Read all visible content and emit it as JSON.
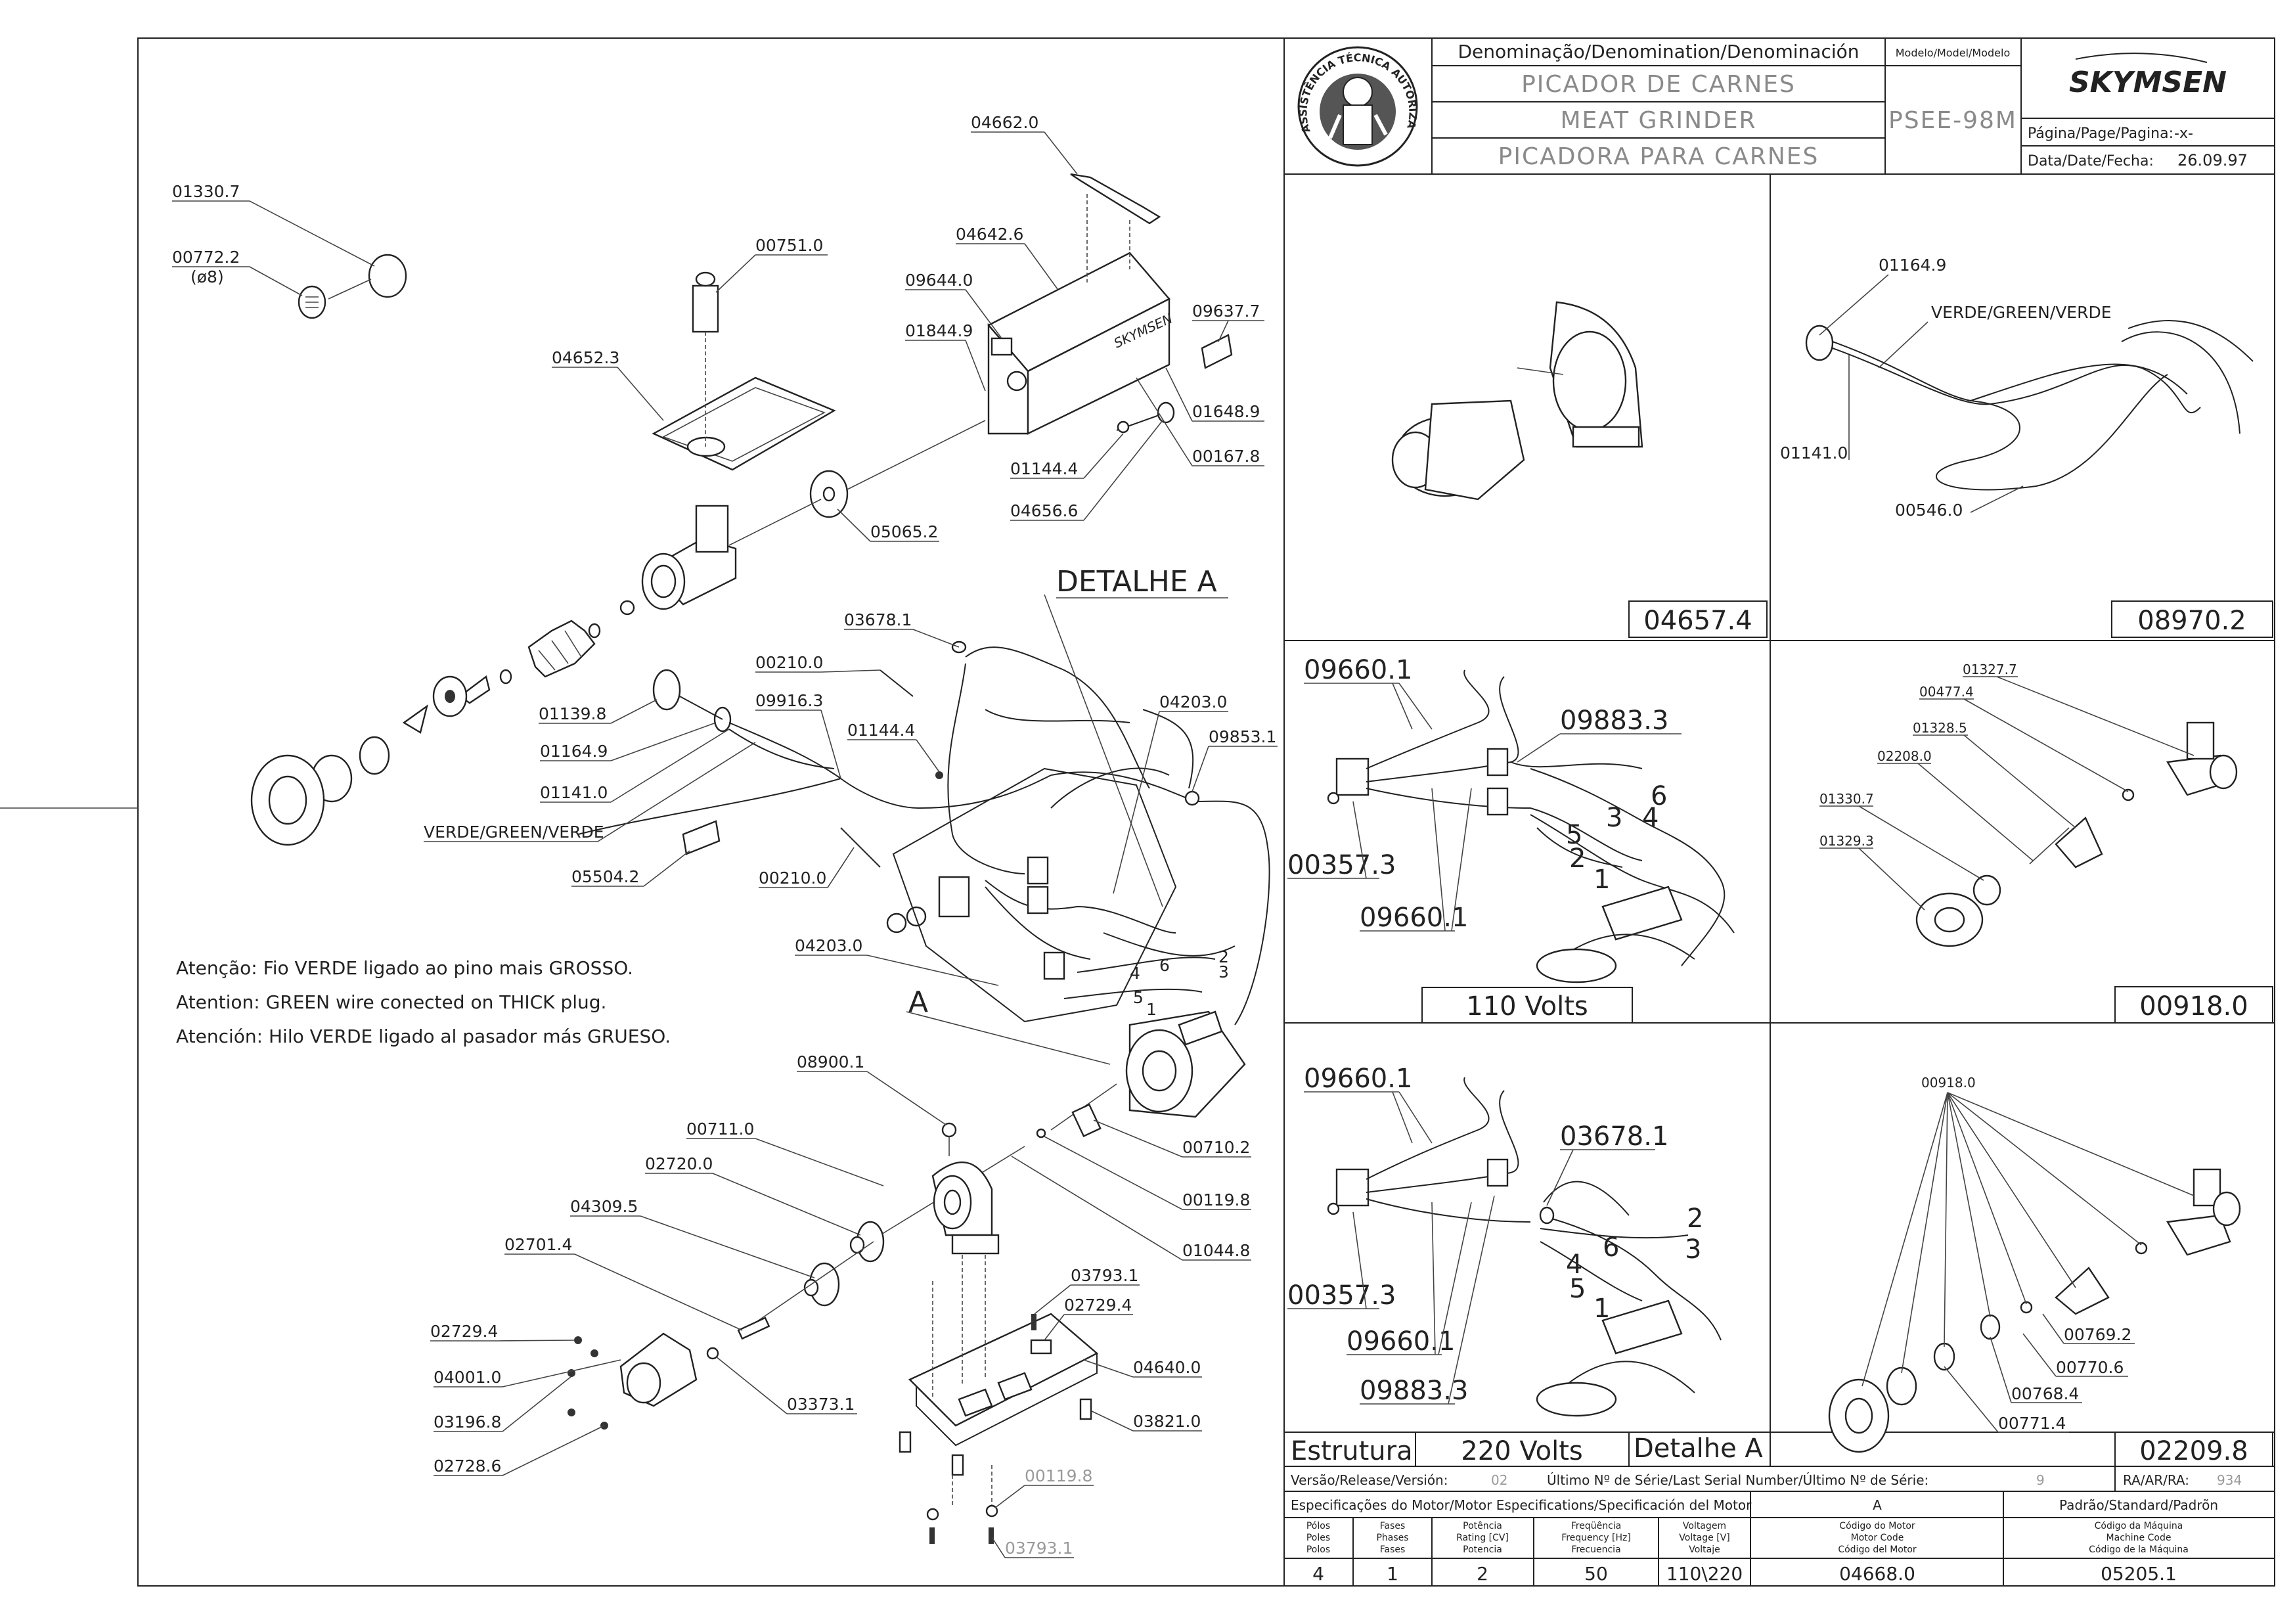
{
  "header": {
    "denomination_label": "Denominação/Denomination/Denominación",
    "name_pt": "PICADOR DE CARNES",
    "name_en": "MEAT GRINDER",
    "name_es": "PICADORA  PARA CARNES",
    "model_label": "Modelo/Model/Modelo",
    "model": "PSEE-98M",
    "brand": "SKYMSEN",
    "page_label": "Página/Page/Pagina:",
    "page": "-x-",
    "date_label": "Data/Date/Fecha:",
    "date": "26.09.97",
    "seal_text": "ASSISTÊNCIA TÉCNICA AUTORIZADA"
  },
  "main_labels": {
    "detail_a": "DETALHE  A",
    "a": "A",
    "p01330_7": "01330.7",
    "p00772_2": "00772.2",
    "d8": "(ø8)",
    "p00751_0": "00751.0",
    "p04652_3": "04652.3",
    "p04662_0": "04662.0",
    "p04642_6": "04642.6",
    "p09644_0": "09644.0",
    "p01844_9": "01844.9",
    "p09637_7": "09637.7",
    "p01648_9": "01648.9",
    "p00167_8": "00167.8",
    "p01144_4a": "01144.4",
    "p04656_6": "04656.6",
    "p05065_2": "05065.2",
    "p03678_1": "03678.1",
    "p00210_0a": "00210.0",
    "p09916_3": "09916.3",
    "p01144_4b": "01144.4",
    "p01139_8": "01139.8",
    "p01164_9": "01164.9",
    "p01141_0": "01141.0",
    "verde": "VERDE/GREEN/VERDE",
    "p05504_2": "05504.2",
    "p00210_0b": "00210.0",
    "p04203_0a": "04203.0",
    "p09853_1": "09853.1",
    "p04203_0b": "04203.0",
    "p08900_1": "08900.1",
    "p00711_0": "00711.0",
    "p02720_0": "02720.0",
    "p04309_5": "04309.5",
    "p02701_4": "02701.4",
    "p02729_4a": "02729.4",
    "p04001_0": "04001.0",
    "p03196_8": "03196.8",
    "p02728_6": "02728.6",
    "p03373_1": "03373.1",
    "p00710_2": "00710.2",
    "p00119_8a": "00119.8",
    "p01044_8": "01044.8",
    "p03793_1a": "03793.1",
    "p02729_4b": "02729.4",
    "p04640_0": "04640.0",
    "p03821_0": "03821.0",
    "p00119_8b": "00119.8",
    "p03793_1b": "03793.1",
    "wire_nums": [
      "2",
      "6",
      "3",
      "4",
      "5",
      "1"
    ]
  },
  "notes": {
    "pt": "Atenção: Fio VERDE ligado ao pino mais GROSSO.",
    "en": "Atention: GREEN wire conected on THICK plug.",
    "es": "Atención: Hilo VERDE ligado al pasador más GRUESO."
  },
  "panels": {
    "p1_code": "04657.4",
    "p2_code": "08970.2",
    "p2_labels": [
      "01164.9",
      "VERDE/GREEN/VERDE",
      "01141.0",
      "00546.0"
    ],
    "p3_labels": [
      "09660.1",
      "09883.3",
      "00357.3",
      "09660.1"
    ],
    "p3_wires": [
      "6",
      "3",
      "4",
      "5",
      "2",
      "1"
    ],
    "p3_caption": "110  Volts",
    "p4_labels": [
      "01327.7",
      "00477.4",
      "01328.5",
      "02208.0",
      "01330.7",
      "01329.3"
    ],
    "p4_code": "00918.0",
    "p5_labels": [
      "09660.1",
      "03678.1",
      "00357.3",
      "09660.1",
      "09883.3"
    ],
    "p5_wires": [
      "2",
      "6",
      "3",
      "4",
      "5",
      "1"
    ],
    "p5_caption": "220  Volts",
    "p6_labels": [
      "00918.0",
      "00769.2",
      "00770.6",
      "00768.4",
      "00771.4"
    ],
    "p6_code": "02209.8",
    "estrutura": "Estrutura",
    "detalhe_a": "Detalhe  A"
  },
  "footer": {
    "release_label": "Versão/Release/Versión:",
    "release": "02",
    "serial_label": "Último Nº de Série/Last Serial Number/Último Nº de Série:",
    "serial": "9",
    "ra_label": "RA/AR/RA:",
    "ra": "934",
    "motor_spec_label": "Especificações do Motor/Motor Especifications/Specificación del Motor",
    "motor_code_letter": "A",
    "standard_label": "Padrão/Standard/Padrõn",
    "col_poles": [
      "Pólos",
      "Poles",
      "Polos"
    ],
    "col_phases": [
      "Fases",
      "Phases",
      "Fases"
    ],
    "col_power": [
      "Potência",
      "Rating [CV]",
      "Potencia"
    ],
    "col_freq": [
      "Freqüência",
      "Frequency [Hz]",
      "Frecuencia"
    ],
    "col_volt": [
      "Voltagem",
      "Voltage [V]",
      "Voltaje"
    ],
    "col_motor": [
      "Código do Motor",
      "Motor Code",
      "Código del Motor"
    ],
    "col_machine": [
      "Código da Máquina",
      "Machine Code",
      "Código de la Máquina"
    ],
    "poles": "4",
    "phases": "1",
    "power": "2",
    "frequency": "50",
    "voltage": "110\\220",
    "motor_code": "04668.0",
    "machine_code": "05205.1"
  }
}
